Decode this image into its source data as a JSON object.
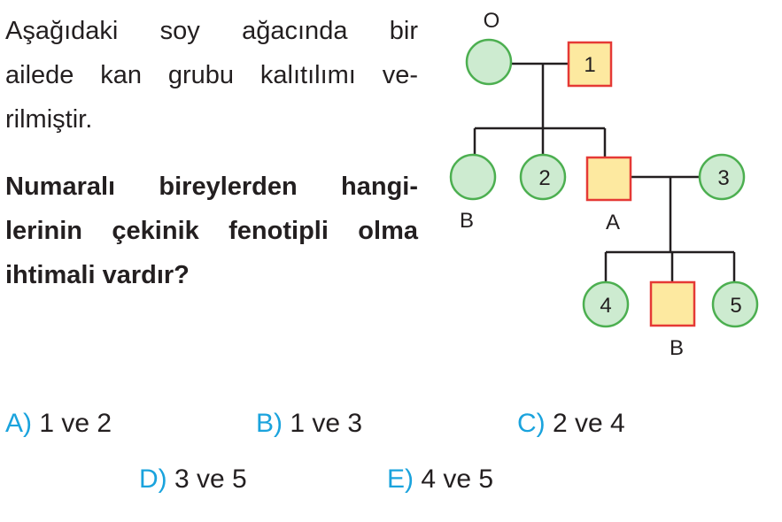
{
  "question": {
    "intro_lines": [
      "Aşağıdaki soy ağacında bir",
      "ailede kan grubu kalıtılımı ve-",
      "rilmiştir."
    ],
    "prompt_lines": [
      "Numaralı bireylerden hangi-",
      "lerinin çekinik fenotipli olma",
      "ihtimali vardır?"
    ]
  },
  "pedigree": {
    "labels": {
      "mother": "O",
      "daughter_b": "B",
      "son_a": "A",
      "grandson_b": "B"
    },
    "numbers": {
      "n1": "1",
      "n2": "2",
      "n3": "3",
      "n4": "4",
      "n5": "5"
    },
    "colors": {
      "female_fill": "#cdebd0",
      "female_stroke": "#4caf50",
      "male_fill": "#fde9a0",
      "male_stroke": "#e53935",
      "line": "#231f20"
    }
  },
  "options": [
    {
      "letter": "A)",
      "text": "1 ve 2"
    },
    {
      "letter": "B)",
      "text": "1 ve 3"
    },
    {
      "letter": "C)",
      "text": "2 ve 4"
    },
    {
      "letter": "D)",
      "text": "3 ve 5"
    },
    {
      "letter": "E)",
      "text": "4 ve 5"
    }
  ]
}
